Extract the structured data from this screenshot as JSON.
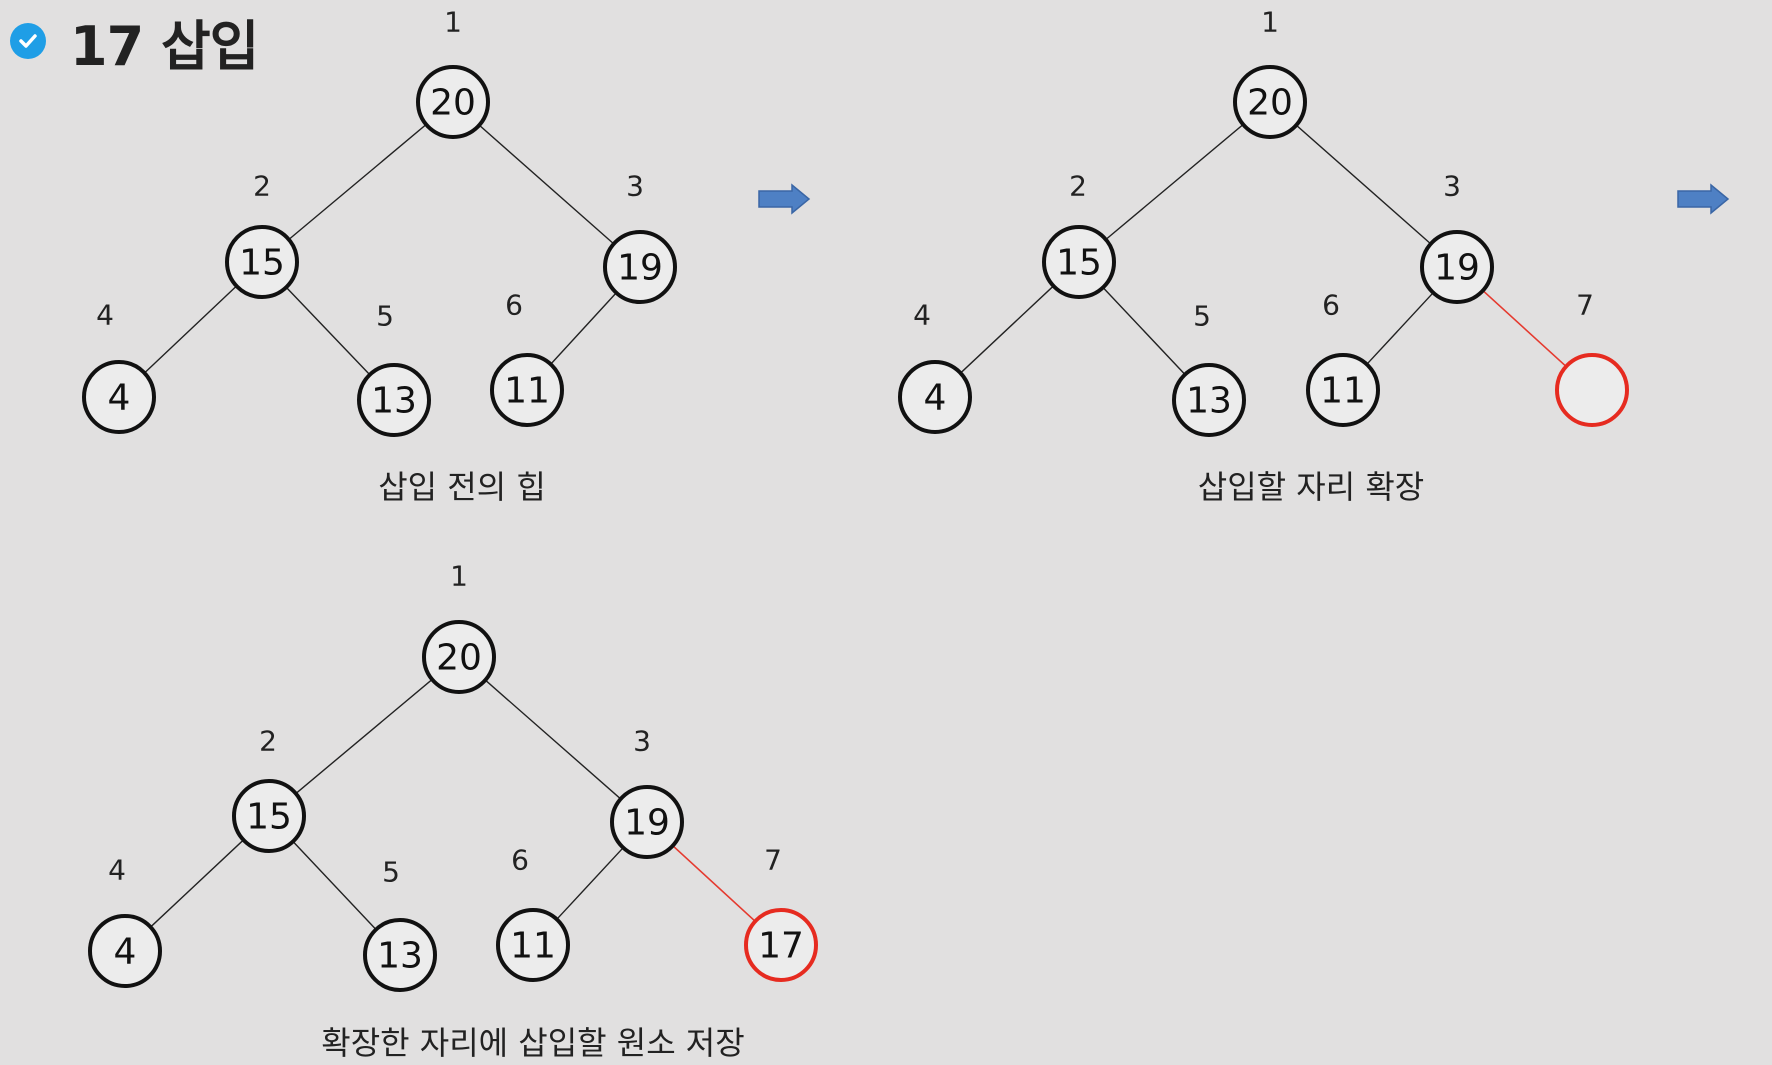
{
  "title": "17 삽입",
  "header_icon": "check-circle-icon",
  "colors": {
    "background": "#e1e0e0",
    "node_border": "#111111",
    "highlight": "#e62b20",
    "arrow": "#4e80c4",
    "check_icon": "#1f9ee6"
  },
  "arrows": [
    {
      "icon": "right-arrow-icon"
    },
    {
      "icon": "right-arrow-icon"
    }
  ],
  "panels": [
    {
      "caption": "삽입 전의 힙",
      "nodes": [
        {
          "index": "1",
          "value": "20"
        },
        {
          "index": "2",
          "value": "15"
        },
        {
          "index": "3",
          "value": "19"
        },
        {
          "index": "4",
          "value": "4"
        },
        {
          "index": "5",
          "value": "13"
        },
        {
          "index": "6",
          "value": "11"
        }
      ]
    },
    {
      "caption": "삽입할 자리 확장",
      "nodes": [
        {
          "index": "1",
          "value": "20"
        },
        {
          "index": "2",
          "value": "15"
        },
        {
          "index": "3",
          "value": "19"
        },
        {
          "index": "4",
          "value": "4"
        },
        {
          "index": "5",
          "value": "13"
        },
        {
          "index": "6",
          "value": "11"
        },
        {
          "index": "7",
          "value": "",
          "highlight": true
        }
      ]
    },
    {
      "caption": "확장한 자리에 삽입할 원소 저장",
      "nodes": [
        {
          "index": "1",
          "value": "20"
        },
        {
          "index": "2",
          "value": "15"
        },
        {
          "index": "3",
          "value": "19"
        },
        {
          "index": "4",
          "value": "4"
        },
        {
          "index": "5",
          "value": "13"
        },
        {
          "index": "6",
          "value": "11"
        },
        {
          "index": "7",
          "value": "17",
          "highlight": true
        }
      ]
    }
  ]
}
